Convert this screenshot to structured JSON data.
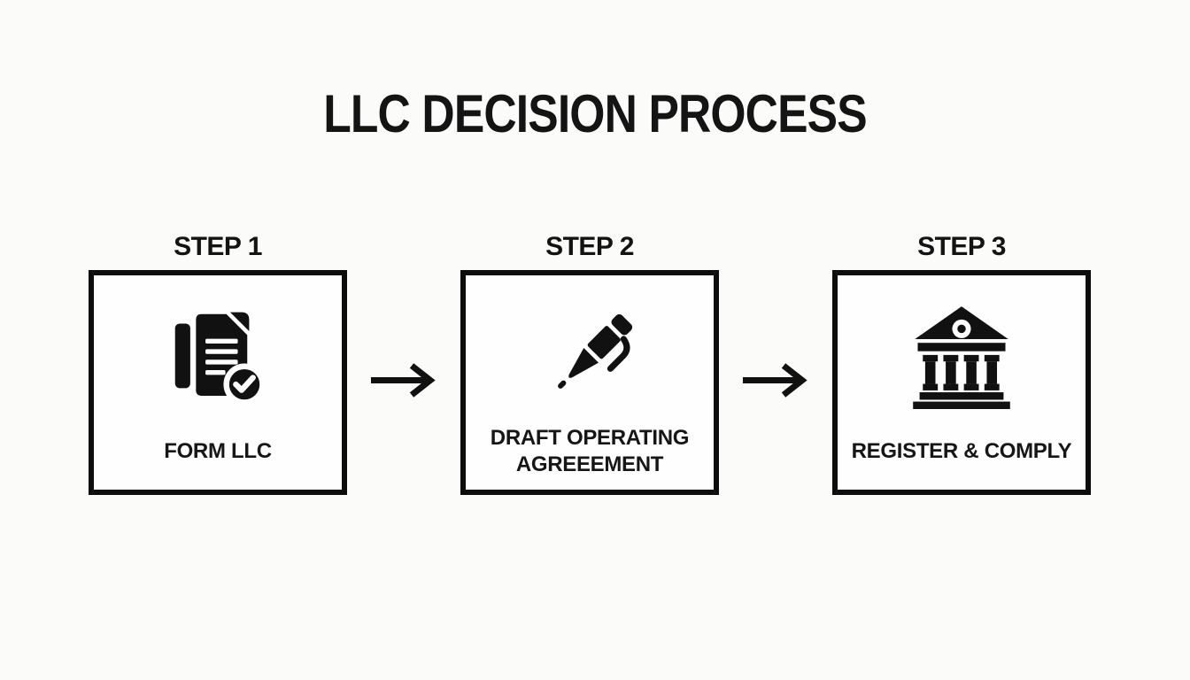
{
  "title": "LLC DECISION PROCESS",
  "steps": [
    {
      "label": "STEP 1",
      "caption": "FORM LLC",
      "icon": "document-check-icon"
    },
    {
      "label": "STEP 2",
      "caption": "DRAFT OPERATING AGREEEMENT",
      "icon": "pen-icon"
    },
    {
      "label": "STEP 3",
      "caption": "REGISTER & COMPLY",
      "icon": "bank-icon"
    }
  ],
  "connectors": [
    {
      "icon": "arrow-right-icon"
    },
    {
      "icon": "arrow-right-icon"
    }
  ],
  "colors": {
    "ink": "#111111",
    "border": "#0d0d0d",
    "background": "#fbfbfa",
    "box_fill": "#fefefe"
  }
}
